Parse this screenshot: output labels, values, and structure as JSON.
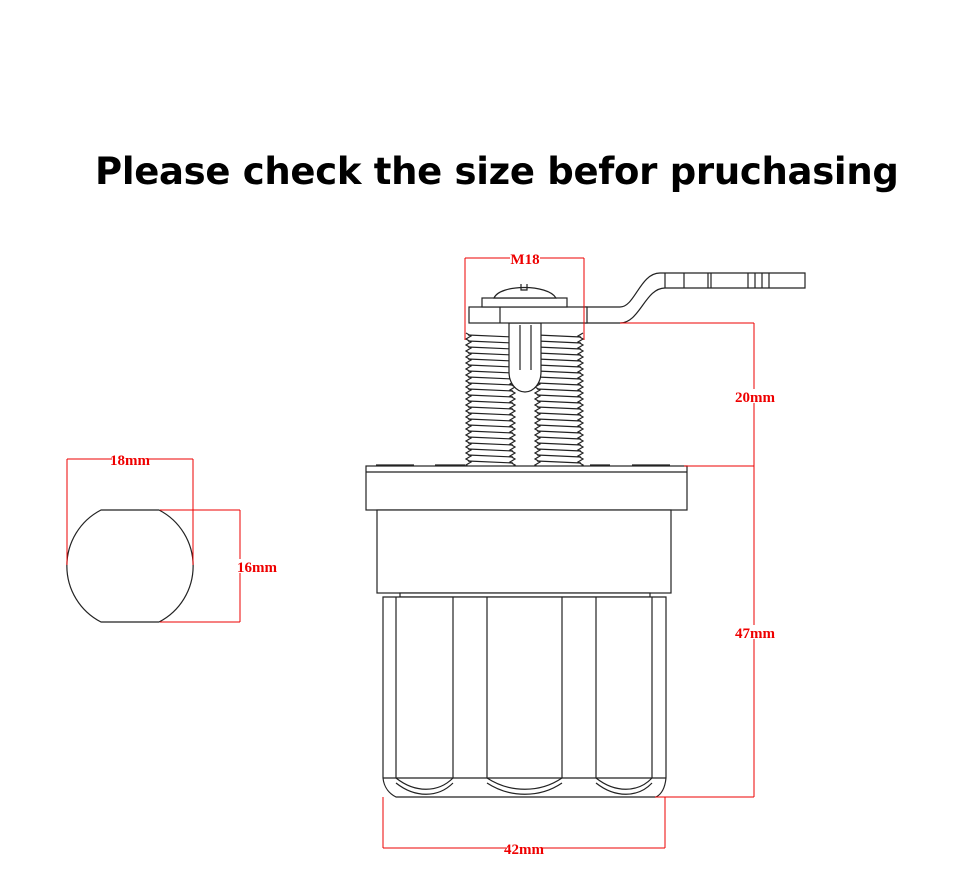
{
  "title": "Please check the size befor pruchasing",
  "dimensions": {
    "thread": "M18",
    "stem_height": "20mm",
    "total_height": "47mm",
    "base_width": "42mm",
    "profile_width": "18mm",
    "profile_flat": "16mm"
  },
  "colors": {
    "dimension": "#e00000",
    "outline": "#222222"
  }
}
